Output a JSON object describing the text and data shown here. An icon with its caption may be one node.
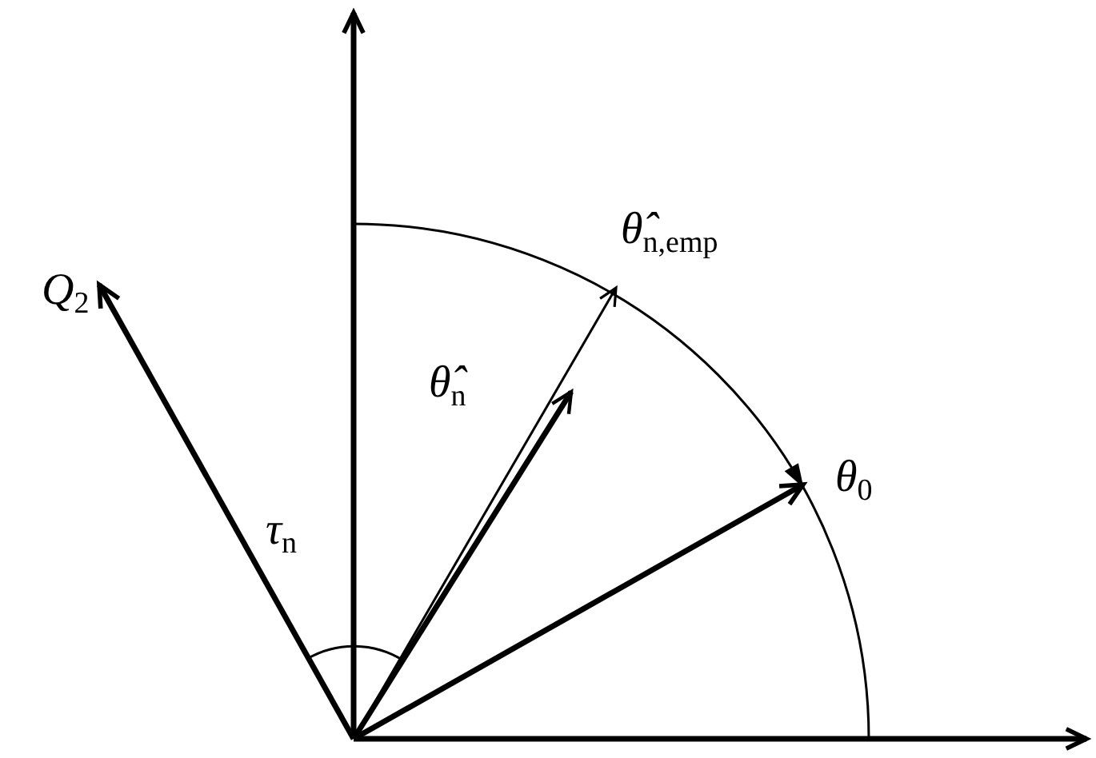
{
  "diagram": {
    "labels": [
      "θ̂$_{n,emp}$",
      "Q$_{2}$",
      "θ̂$_{n}$",
      "θ$_{0}$",
      "τ$_{n}$"
    ]
  }
}
